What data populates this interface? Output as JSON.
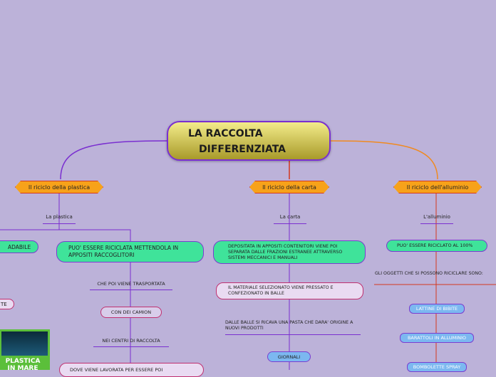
{
  "central": {
    "line1": "LA RACCOLTA",
    "line2": "DIFFERENZIATA"
  },
  "branches": {
    "plastica": {
      "title": "Il riciclo della plastica",
      "sub": "La plastica",
      "left_node": "ADABILE",
      "left_small": "TE",
      "recycle": "PUO' ESSERE RICICLATA METTENDOLA IN APPOSITI RACCOGLITORI",
      "step1": "CHE POI VIENE TRASPORTATA",
      "step2": "CON DEI CAMION",
      "step3": "NEI CENTRI DI RACCOLTA",
      "step4": "DOVE VIENE LAVORATA PER ESSERE POI",
      "image_text": [
        "PLASTICA",
        "IN MARE"
      ]
    },
    "carta": {
      "title": "Il riciclo della carta",
      "sub": "La carta",
      "node1": "DEPOSITATA IN APPOSITI CONTENITORI VIENE POI SEPARATA DALLE FRAZIONI ESTRANEE ATTRAVERSO SISTEMI MECCANICI E MANUALI",
      "node2": "IL MATERIALE SELEZIONATO VIENE PRESSATO E CONFEZIONATO IN BALLE",
      "node3": "DALLE BALLE SI RICAVA UNA PASTA CHE DARA' ORIGINE A NUOVI PRODOTTI",
      "node4": "GIORNALI"
    },
    "alluminio": {
      "title": "Il riciclo dell'alluminio",
      "sub": "L'alluminio",
      "node1": "PUO' ESSERE RICICLATO AL 100%",
      "node2": "GLI OGGETTI CHE SI POSSONO RICICLARE SONO:",
      "items": [
        "LATTINE DI BIBITE",
        "BARATTOLI IN ALLUMINIO",
        "BOMBOLETTE SPRAY"
      ]
    }
  },
  "colors": {
    "background": "#bcb2d9",
    "connector": "#7a2fd0",
    "connector_red": "#d3381e",
    "connector_orange": "#f08a20"
  }
}
